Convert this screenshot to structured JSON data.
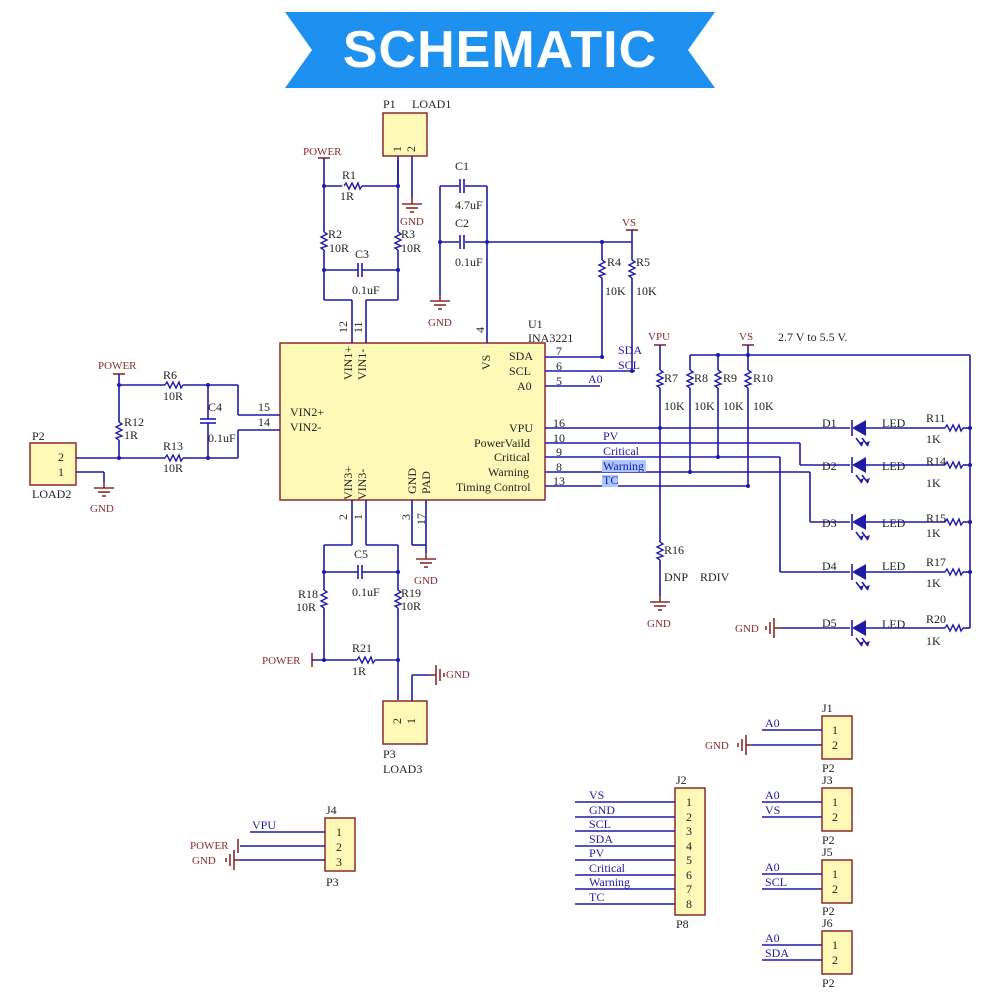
{
  "banner": {
    "title": "SCHEMATIC",
    "color": "#1e90f0"
  },
  "colors": {
    "wire": "#1f1aa8",
    "part": "#8a2a2a",
    "chip_fill": "#fff9b8"
  },
  "u1": {
    "ref": "U1",
    "part": "INA3221",
    "pins_top": [
      "VIN1+",
      "VIN1-",
      "VS"
    ],
    "pin_top_nums": [
      "12",
      "11",
      "4"
    ],
    "pins_left": [
      "VIN2+",
      "VIN2-"
    ],
    "pin_left_nums": [
      "15",
      "14"
    ],
    "pins_right": [
      "SDA",
      "SCL",
      "A0",
      "VPU",
      "PowerVaild",
      "Critical",
      "Warning",
      "Timing Control"
    ],
    "pin_right_nums": [
      "7",
      "6",
      "5",
      "16",
      "10",
      "9",
      "8",
      "13"
    ],
    "pins_bottom": [
      "VIN3+",
      "VIN3-",
      "GND",
      "PAD"
    ],
    "pin_bottom_nums": [
      "2",
      "1",
      "3",
      "17"
    ]
  },
  "nets": {
    "power": "POWER",
    "gnd": "GND",
    "vs": "VS",
    "vpu": "VPU",
    "range": "2.7 V to 5.5 V."
  },
  "net_labels": {
    "sda": "SDA",
    "scl": "SCL",
    "a0": "A0",
    "pv": "PV",
    "critical": "Critical",
    "warning": "Warning",
    "tc": "TC"
  },
  "resistors": {
    "r1": [
      "R1",
      "1R"
    ],
    "r2": [
      "R2",
      "10R"
    ],
    "r3": [
      "R3",
      "10R"
    ],
    "r4": [
      "R4",
      "10K"
    ],
    "r5": [
      "R5",
      "10K"
    ],
    "r6": [
      "R6",
      "10R"
    ],
    "r7": [
      "R7",
      "10K"
    ],
    "r8": [
      "R8",
      "10K"
    ],
    "r9": [
      "R9",
      "10K"
    ],
    "r10": [
      "R10",
      "10K"
    ],
    "r11": [
      "R11",
      "1K"
    ],
    "r12": [
      "R12",
      "1R"
    ],
    "r13": [
      "R13",
      "10R"
    ],
    "r14": [
      "R14",
      "1K"
    ],
    "r15": [
      "R15",
      "1K"
    ],
    "r16": [
      "R16",
      "DNP",
      "RDIV"
    ],
    "r17": [
      "R17",
      "1K"
    ],
    "r18": [
      "R18",
      "10R"
    ],
    "r19": [
      "R19",
      "10R"
    ],
    "r20": [
      "R20",
      "1K"
    ],
    "r21": [
      "R21",
      "1R"
    ]
  },
  "capacitors": {
    "c1": [
      "C1",
      "4.7uF"
    ],
    "c2": [
      "C2",
      "0.1uF"
    ],
    "c3": [
      "C3",
      "0.1uF"
    ],
    "c4": [
      "C4",
      "0.1uF"
    ],
    "c5": [
      "C5",
      "0.1uF"
    ]
  },
  "leds": {
    "label": "LED",
    "refs": [
      "D1",
      "D2",
      "D3",
      "D4",
      "D5"
    ]
  },
  "connectors": {
    "p1": {
      "ref": "P1",
      "name": "LOAD1",
      "pins": [
        "1",
        "2"
      ]
    },
    "p2": {
      "ref": "P2",
      "name": "LOAD2",
      "pins": [
        "2",
        "1"
      ]
    },
    "p3": {
      "ref": "P3",
      "name": "LOAD3",
      "pins": [
        "2",
        "1"
      ]
    },
    "j1": {
      "ref": "J1",
      "foot": "P2",
      "pins": [
        "1",
        "2"
      ],
      "nets": [
        "A0",
        "GND"
      ]
    },
    "j3": {
      "ref": "J3",
      "foot": "P2",
      "pins": [
        "1",
        "2"
      ],
      "nets": [
        "A0",
        "VS"
      ]
    },
    "j5": {
      "ref": "J5",
      "foot": "P2",
      "pins": [
        "1",
        "2"
      ],
      "nets": [
        "A0",
        "SCL"
      ]
    },
    "j6": {
      "ref": "J6",
      "foot": "P2",
      "pins": [
        "1",
        "2"
      ],
      "nets": [
        "A0",
        "SDA"
      ]
    },
    "j4": {
      "ref": "J4",
      "foot": "P3",
      "pins": [
        "1",
        "2",
        "3"
      ],
      "nets": [
        "VPU",
        "POWER",
        "GND"
      ]
    },
    "j2": {
      "ref": "J2",
      "foot": "P8",
      "pins": [
        "1",
        "2",
        "3",
        "4",
        "5",
        "6",
        "7",
        "8"
      ],
      "nets": [
        "VS",
        "GND",
        "SCL",
        "SDA",
        "PV",
        "Critical",
        "Warning",
        "TC"
      ]
    }
  }
}
